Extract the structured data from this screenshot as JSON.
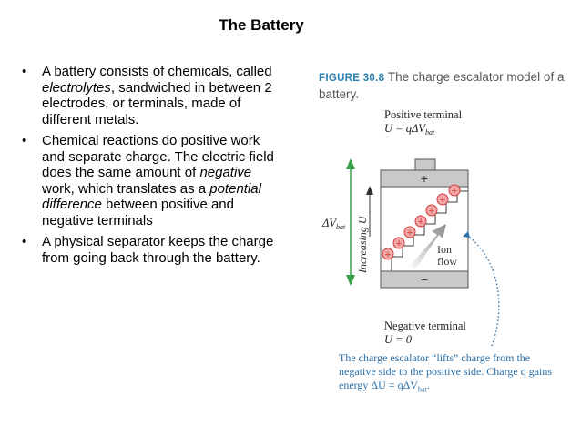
{
  "slide": {
    "title": "The Battery",
    "bullets": [
      [
        {
          "t": "A battery consists of chemicals, called ",
          "i": false
        },
        {
          "t": "electrolytes",
          "i": true
        },
        {
          "t": ", sandwiched in  between 2 electrodes, or terminals, made of different metals.",
          "i": false
        }
      ],
      [
        {
          "t": "Chemical reactions do positive work and separate charge. The electric field does the same amount of  ",
          "i": false
        },
        {
          "t": "negative",
          "i": true
        },
        {
          "t": " work, which translates as a ",
          "i": false
        },
        {
          "t": "potential difference",
          "i": true
        },
        {
          "t": " between positive and negative terminals",
          "i": false
        }
      ],
      [
        {
          "t": "A physical separator keeps the charge from going back through the battery.",
          "i": false
        }
      ]
    ],
    "bullet_glyph": "•"
  },
  "figure": {
    "number": "FIGURE 30.8",
    "caption": "The charge escalator model of a battery.",
    "positive_terminal_label": "Positive terminal",
    "positive_terminal_eq": "U = qΔV",
    "positive_terminal_sub": "bat",
    "negative_terminal_label": "Negative terminal",
    "negative_terminal_eq": "U = 0",
    "plus_sign": "+",
    "minus_sign": "−",
    "delta_v": "ΔV",
    "delta_v_sub": "bat",
    "increasing_u": "Increasing U",
    "ion_label": "Ion",
    "flow_label": "flow",
    "escalator_note": "The charge escalator “lifts” charge from the negative side to the positive side. Charge q gains energy ΔU = qΔV",
    "escalator_note_sub": "bat",
    "escalator_note_end": ".",
    "charge_symbol": "+",
    "colors": {
      "terminal_gray": "#c9c9c9",
      "battery_stroke": "#555555",
      "ion_fill": "#f2a7a7",
      "ion_stroke": "#d23a3a",
      "arrow_green": "#3aa048",
      "note_blue": "#2a6fa8"
    }
  }
}
